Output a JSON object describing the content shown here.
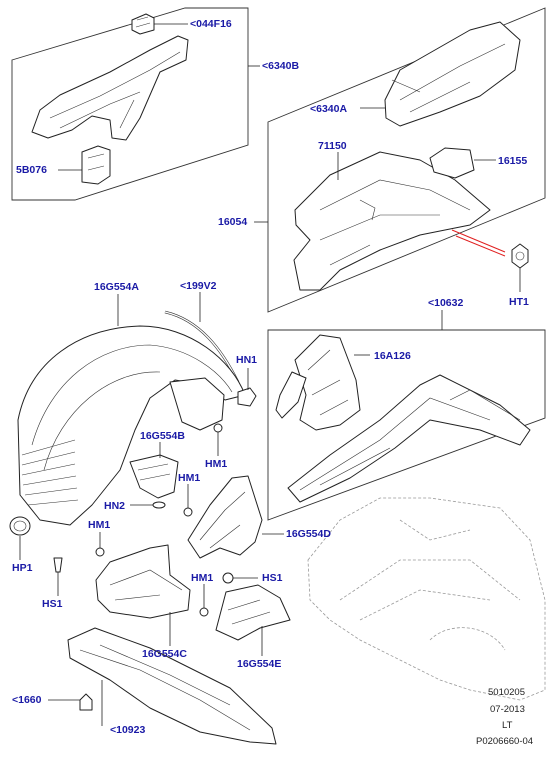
{
  "callouts": {
    "c044F16": "<044F16",
    "c6340B": "<6340B",
    "c5B076": "5B076",
    "c6340A": "<6340A",
    "c71150": "71150",
    "c16155": "16155",
    "c16054": "16054",
    "cHT1": "HT1",
    "c16G554A": "16G554A",
    "c199V2": "<199V2",
    "c10632": "<10632",
    "cHN1": "HN1",
    "c16A126": "16A126",
    "c16G554B": "16G554B",
    "cHM1a": "HM1",
    "cHM1b": "HM1",
    "cHN2": "HN2",
    "cHM1c": "HM1",
    "cHP1": "HP1",
    "cHS1a": "HS1",
    "c16G554D": "16G554D",
    "cHM1d": "HM1",
    "cHS1b": "HS1",
    "c16G554C": "16G554C",
    "c16G554E": "16G554E",
    "c1660": "<1660",
    "c10923": "<10923"
  },
  "meta": {
    "code": "5010205",
    "date": "07-2013",
    "side": "LT",
    "ref": "P0206660-04"
  },
  "colors": {
    "label": "#1a1aa6",
    "accent_line": "#e02020"
  }
}
